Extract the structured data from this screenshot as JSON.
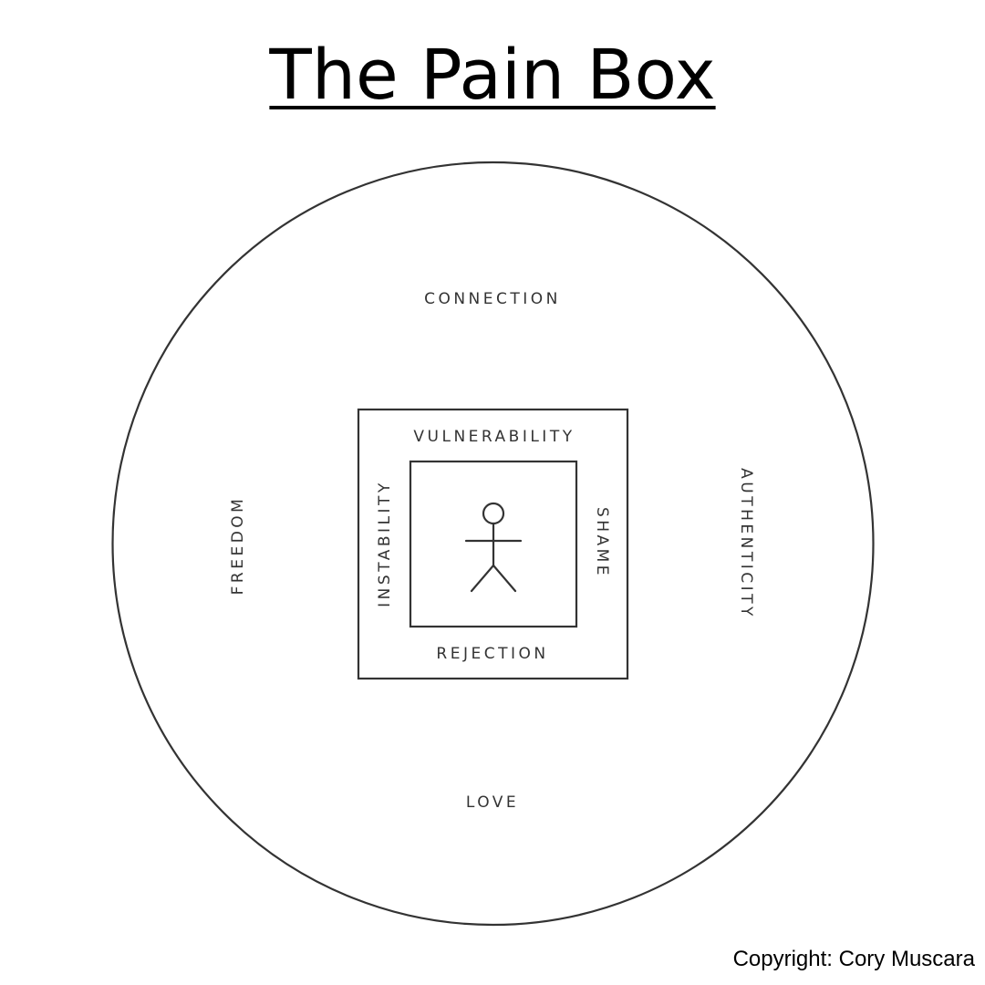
{
  "title": "The Pain Box",
  "outer_circle_labels": {
    "top": "CONNECTION",
    "bottom": "LOVE",
    "left": "FREEDOM",
    "right": "AUTHENTICITY"
  },
  "box_labels": {
    "top": "VULNERABILITY",
    "bottom": "REJECTION",
    "left": "INSTABILITY",
    "right": "SHAME"
  },
  "center_icon": "stick-figure-icon",
  "copyright": "Copyright: Cory Muscara",
  "colors": {
    "line": "#333333",
    "text": "#333333",
    "title": "#000000",
    "background": "#ffffff"
  }
}
